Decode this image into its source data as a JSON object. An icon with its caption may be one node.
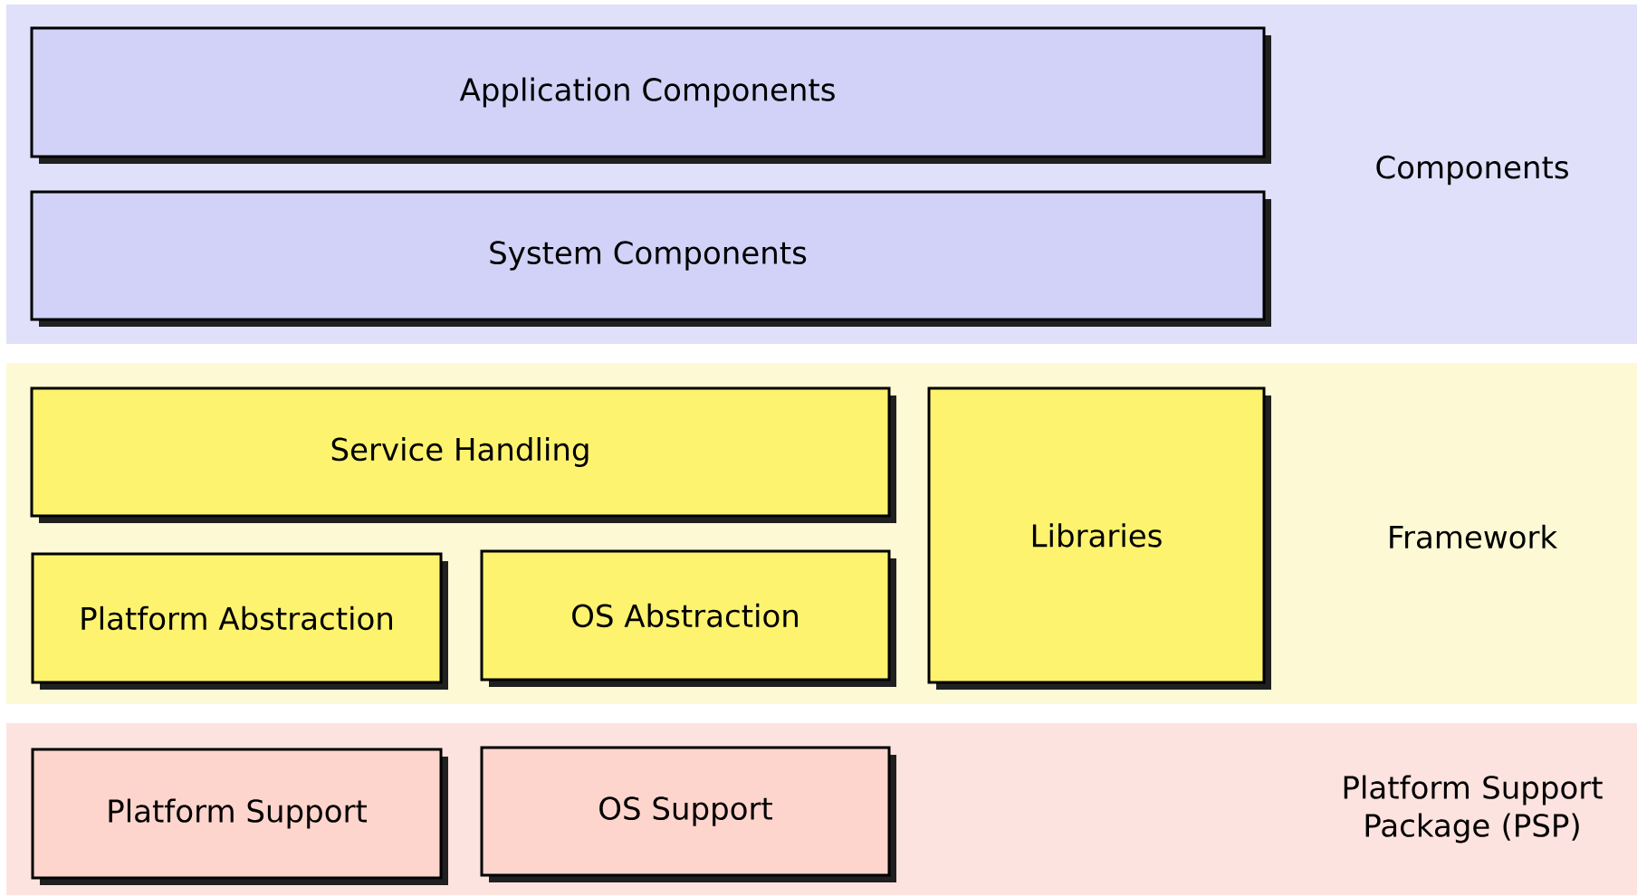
{
  "diagram": {
    "nodes": [
      {
        "text": [
          "Components"
        ]
      },
      {
        "text": [
          "Application Components"
        ],
        "in": 0
      },
      {
        "text": [
          "System Components"
        ],
        "in": 0
      },
      {
        "text": [
          "Framework"
        ]
      },
      {
        "text": [
          "Service Handling"
        ],
        "in": 3
      },
      {
        "text": [
          "Libraries"
        ],
        "in": 3
      },
      {
        "text": [
          "Platform Abstraction"
        ],
        "in": 3
      },
      {
        "text": [
          "OS Abstraction"
        ],
        "in": 3
      },
      {
        "text": [
          "Platform Support Package (PSP)"
        ]
      },
      {
        "text": [
          "Platform Support"
        ],
        "in": 8
      },
      {
        "text": [
          "OS Support"
        ],
        "in": 8
      }
    ]
  }
}
